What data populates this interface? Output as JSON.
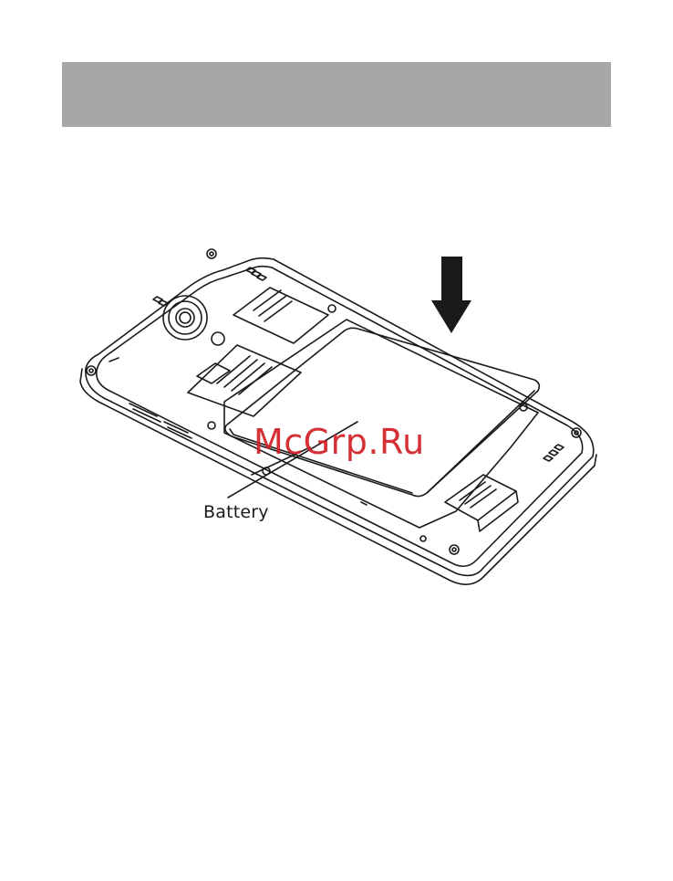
{
  "header": {
    "title": ""
  },
  "figure": {
    "battery_label": "Battery",
    "insert_direction": "down-arrow"
  },
  "watermark": {
    "text": "McGrp.Ru",
    "color": "#d21f26"
  },
  "colors": {
    "header_bar": "#a7a7a9",
    "line_art": "#1a1a1a"
  }
}
